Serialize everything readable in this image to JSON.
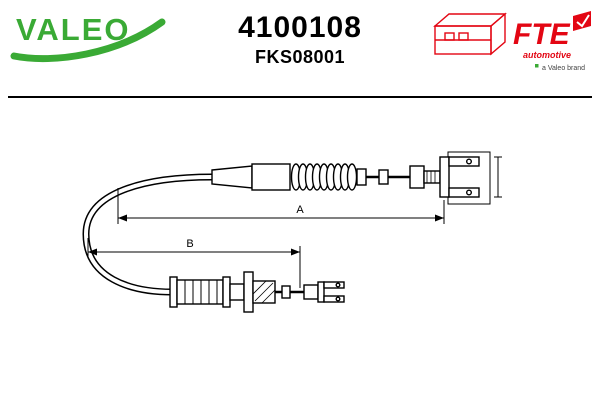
{
  "header": {
    "brand": "VALEO",
    "part_number": "4100108",
    "reference": "FKS08001",
    "fte_name": "FTE",
    "fte_subtitle": "automotive",
    "fte_tagline": "a Valeo brand"
  },
  "drawing": {
    "dim_a_label": "A",
    "dim_b_label": "B"
  },
  "colors": {
    "valeo_green": "#3aaa35",
    "fte_red": "#e30613"
  }
}
